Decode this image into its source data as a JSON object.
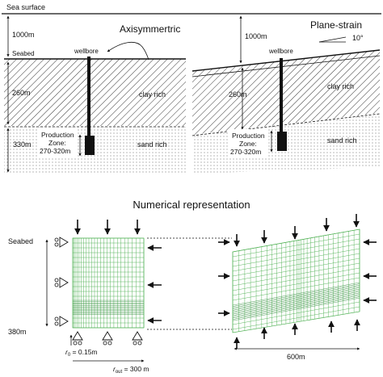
{
  "top": {
    "sea_surface": "Sea surface",
    "axisymmetric_title": "Axisymmertric",
    "plane_strain_title": "Plane-strain",
    "left": {
      "depth_water": "1000m",
      "seabed": "Seabed",
      "wellbore": "wellbore",
      "depth_clay": "260m",
      "depth_sand": "330m",
      "clay_label": "clay rich",
      "sand_label": "sand rich",
      "production_zone": [
        "Production",
        "Zone:",
        "270-320m"
      ]
    },
    "right": {
      "depth_water": "1000m",
      "angle": "10°",
      "wellbore": "wellbore",
      "depth_clay": "260m",
      "clay_label": "clay rich",
      "sand_label": "sand rich",
      "production_zone": [
        "Production",
        "Zone:",
        "270-320m"
      ]
    }
  },
  "bottom": {
    "title": "Numerical representation",
    "seabed": "Seabed",
    "depth": "380m",
    "r0_label": "r",
    "r0_sub": "0",
    "r0_value": " = 0.15m",
    "rout_label": "r",
    "rout_sub": "out",
    "rout_value": " = 300 m",
    "width": "600m"
  },
  "colors": {
    "mesh": "#4caf50",
    "mesh_dense": "#2e8b3a",
    "line": "#111111",
    "hatch": "#222222"
  }
}
